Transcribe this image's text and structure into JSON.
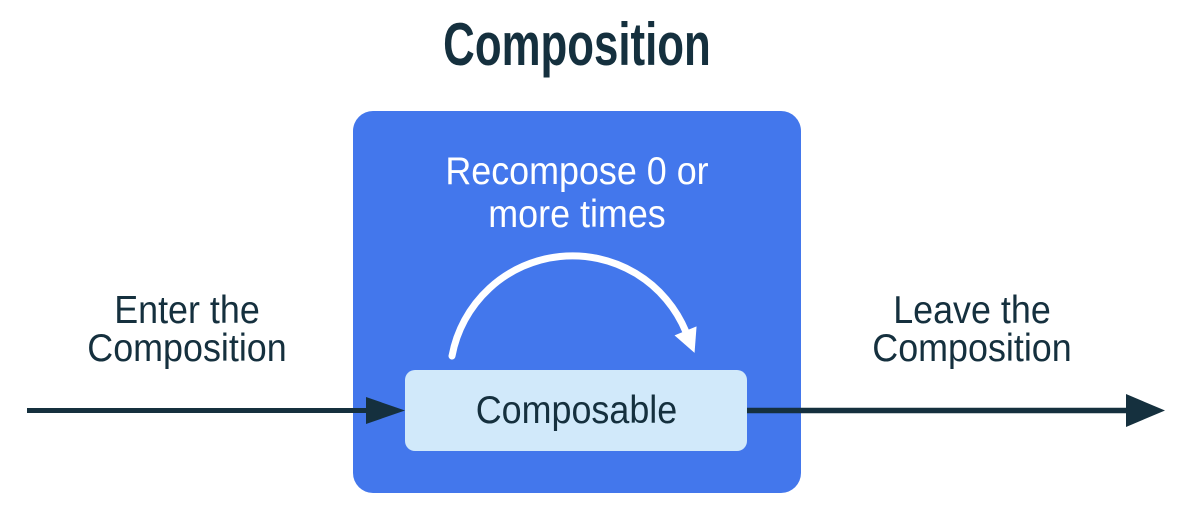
{
  "title": "Composition",
  "blue_box": {
    "recompose_line1": "Recompose 0 or",
    "recompose_line2": "more times",
    "composable_label": "Composable"
  },
  "left_label": {
    "line1": "Enter the",
    "line2": "Composition"
  },
  "right_label": {
    "line1": "Leave the",
    "line2": "Composition"
  },
  "colors": {
    "container_blue": "#4377EC",
    "composable_light_blue": "#D1E9FA",
    "ink_navy": "#15303E",
    "arc_white": "#FFFFFF"
  }
}
